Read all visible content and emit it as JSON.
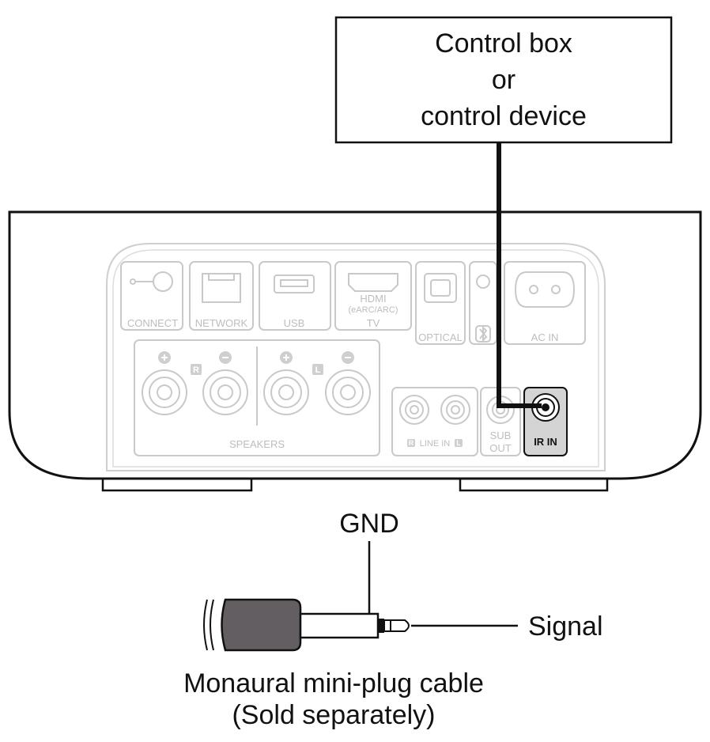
{
  "control_box": {
    "line1": "Control box",
    "line2": "or",
    "line3": "control device"
  },
  "ports": {
    "connect": "CONNECT",
    "network": "NETWORK",
    "usb": "USB",
    "hdmi": "HDMI",
    "hdmi_sub": "(eARC/ARC)",
    "tv": "TV",
    "optical": "OPTICAL",
    "ac_in": "AC IN",
    "speakers": "SPEAKERS",
    "speaker_r": "R",
    "speaker_l": "L",
    "line_in_r": "R",
    "line_in": "LINE IN",
    "line_in_l": "L",
    "sub": "SUB",
    "out": "OUT",
    "ir_in": "IR IN"
  },
  "labels": {
    "gnd": "GND",
    "signal": "Signal",
    "cable_line1": "Monaural mini-plug cable",
    "cable_line2": "(Sold separately)"
  }
}
